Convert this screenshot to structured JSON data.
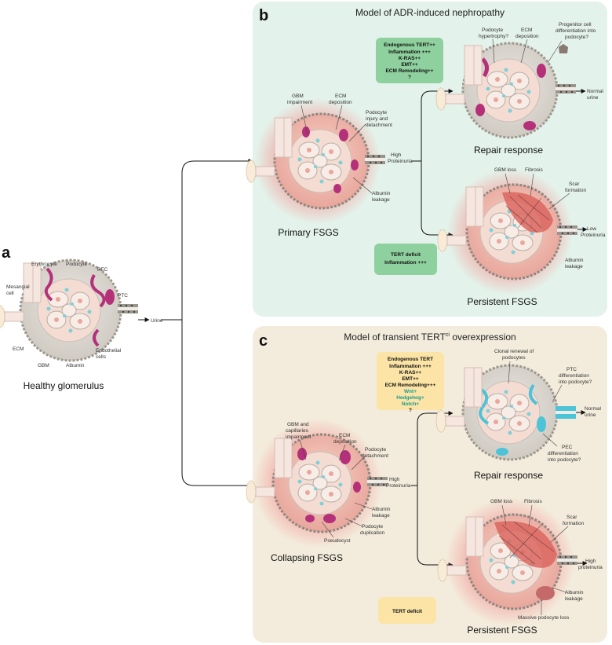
{
  "panel_a": {
    "letter": "a",
    "caption": "Healthy glomerulus",
    "labels": {
      "erythrocyte": "Erythrocyte",
      "podocyte": "Podocyte",
      "pec": "PEC",
      "mesangial_1": "Mesangial",
      "mesangial_2": "cell",
      "ptc": "PTC",
      "urine": "Urine",
      "ecm": "ECM",
      "gbm": "GBM",
      "albumin": "Albumin",
      "endothelial_1": "Endothelial",
      "endothelial_2": "cells"
    }
  },
  "panel_b": {
    "letter": "b",
    "title": "Model of ADR-induced nephropathy",
    "primary_caption": "Primary FSGS",
    "primary_labels": {
      "gbm_1": "GBM",
      "gbm_2": "impairment",
      "ecm_1": "ECM",
      "ecm_2": "deposition",
      "pod_1": "Podocyte",
      "pod_2": "injury and",
      "pod_3": "detachment",
      "alb_1": "Albumin",
      "alb_2": "leakage",
      "hp_1": "High",
      "hp_2": "Proteinuria"
    },
    "endogenous_box": [
      "Endogenous TERT++",
      "Inflammation +++",
      "K-RAS++",
      "EMT++",
      "ECM Remodeling++",
      "?"
    ],
    "deficit_box": [
      "TERT deficit",
      "Inflammation +++"
    ],
    "repair_caption": "Repair response",
    "repair_labels": {
      "ph_1": "Podocyte",
      "ph_2": "hypertrophy?",
      "ecm_1": "ECM",
      "ecm_2": "deposition",
      "pc_1": "Progenitor cell",
      "pc_2": "differentiation into",
      "pc_3": "podocyte?",
      "nu_1": "Normal",
      "nu_2": "urine"
    },
    "persistent_caption": "Persistent FSGS",
    "persistent_labels": {
      "gbm": "GBM loss",
      "fib": "Fibrosis",
      "scar_1": "Scar",
      "scar_2": "formation",
      "lp_1": "Low",
      "lp_2": "Proteinuria",
      "alb_1": "Albumin",
      "alb_2": "leakage"
    }
  },
  "panel_c": {
    "letter": "c",
    "title_main": "Model of transient TERT",
    "title_sup": "ci",
    "title_end": " overexpression",
    "collapsing_caption": "Collapsing FSGS",
    "collapsing_labels": {
      "gbm_1": "GBM and",
      "gbm_2": "capillaries",
      "gbm_3": "impairment",
      "ecm_1": "ECM",
      "ecm_2": "deposition",
      "pod_1": "Podocyte",
      "pod_2": "detachment",
      "hp_1": "High",
      "hp_2": "Proteinuria",
      "alb_1": "Albumin",
      "alb_2": "leakage",
      "dup_1": "Podocyte",
      "dup_2": "duplication",
      "pseudo": "Pseudocyst"
    },
    "endogenous_box": [
      "Endogenous TERT",
      "Inflammation +++",
      "K-RAS++",
      "EMT++",
      "ECM Remodeling+++"
    ],
    "endogenous_teal": [
      "Wnt+",
      "Hedgehog+",
      "Notch+"
    ],
    "endogenous_q": "?",
    "deficit_box": [
      "TERT deficit"
    ],
    "repair_caption": "Repair response",
    "repair_labels": {
      "cr_1": "Clonal renewal of",
      "cr_2": "podocytes",
      "ptc_1": "PTC",
      "ptc_2": "differentiation",
      "ptc_3": "into podocyte?",
      "nu_1": "Normal",
      "nu_2": "urine",
      "pec_1": "PEC",
      "pec_2": "differentiation",
      "pec_3": "into podocyte?"
    },
    "persistent_caption": "Persistent FSGS",
    "persistent_labels": {
      "gbm": "GBM loss",
      "fib": "Fibrosis",
      "scar_1": "Scar",
      "scar_2": "formation",
      "hp_1": "High",
      "hp_2": "proteinuria",
      "alb_1": "Albumin",
      "alb_2": "leakage",
      "mpl": "Massive podocyte loss"
    }
  },
  "colors": {
    "panel_b_bg": "#e3f2ea",
    "panel_c_bg": "#f3ecdc",
    "box_green": "#8fd19e",
    "box_yellow": "#fbe4a6",
    "teal_text": "#1b9a8f",
    "capsule": "#d9d6d0",
    "pink": "#f2a8a4",
    "magenta": "#b4317a",
    "cyan": "#4cc3d6"
  }
}
